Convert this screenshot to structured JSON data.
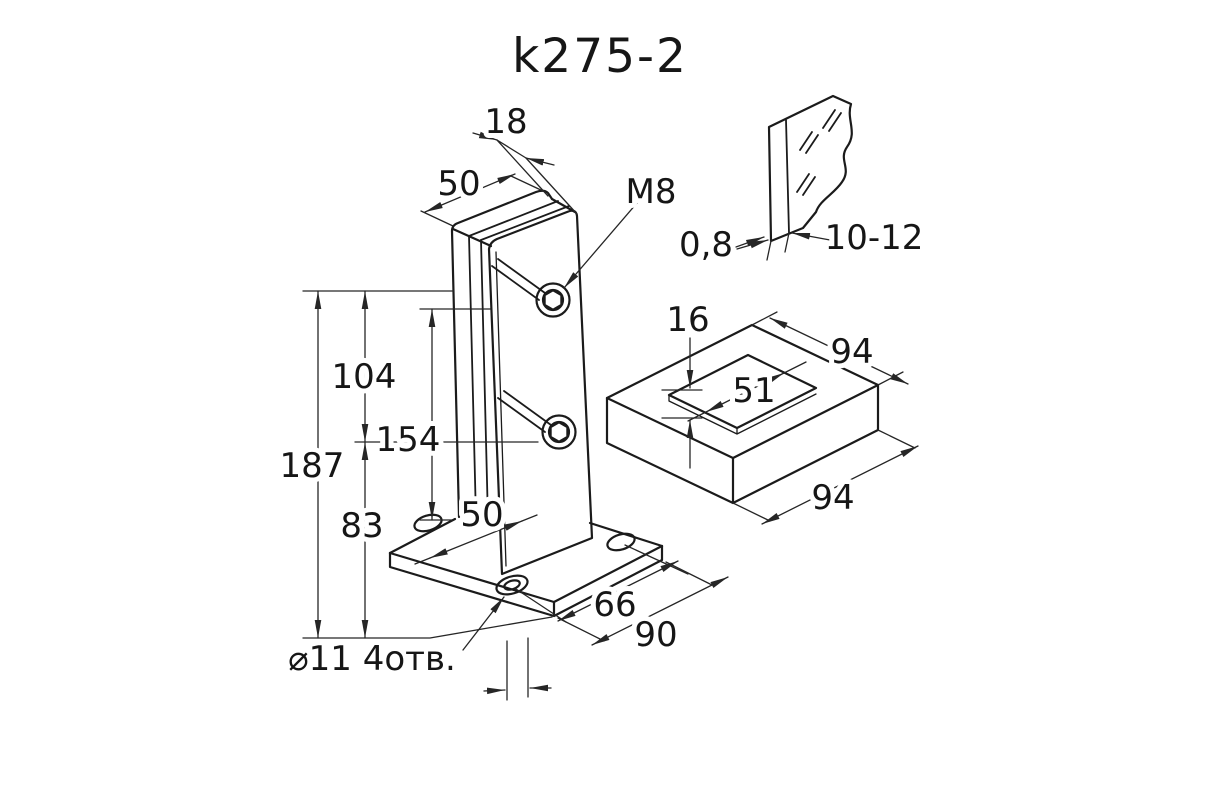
{
  "drawing": {
    "title": "k275-2",
    "dimensions": {
      "slot_width_top": "18",
      "body_width_top": "50",
      "thread": "M8",
      "glass_edge": "0,8",
      "glass_thickness": "10-12",
      "cover_height": "16",
      "cover_side_top": "94",
      "cover_hole": "51",
      "height_upper": "104",
      "height_total": "187",
      "height_body": "154",
      "height_lower": "83",
      "body_width_bottom": "50",
      "cover_side_bottom": "94",
      "base_hole_spacing": "66",
      "base_width": "90",
      "base_holes": "⌀11 4отв."
    },
    "colors": {
      "ink": "#1b1b1b",
      "background": "#ffffff"
    }
  }
}
